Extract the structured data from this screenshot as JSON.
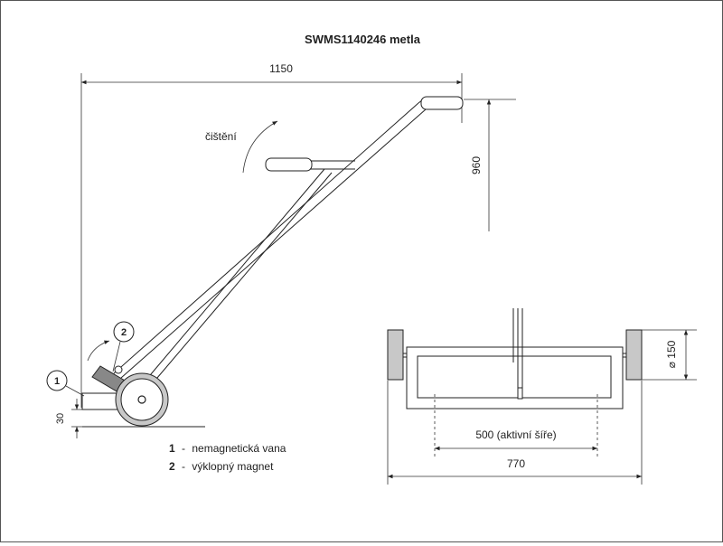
{
  "title": "SWMS1140246 metla",
  "dimensions": {
    "overall_length": "1150",
    "height": "960",
    "ground_clearance": "30",
    "diameter": "150",
    "active_width": "500 (aktivní šíře)",
    "total_width": "770"
  },
  "annotation": "čištění",
  "callouts": [
    {
      "number": "1",
      "label": "nemagnetická vana"
    },
    {
      "number": "2",
      "label": "výklopný magnet"
    }
  ],
  "legend_separator": "-",
  "colors": {
    "line": "#222222",
    "grey_fill": "#c8c8c8",
    "dark_grey": "#888888"
  }
}
